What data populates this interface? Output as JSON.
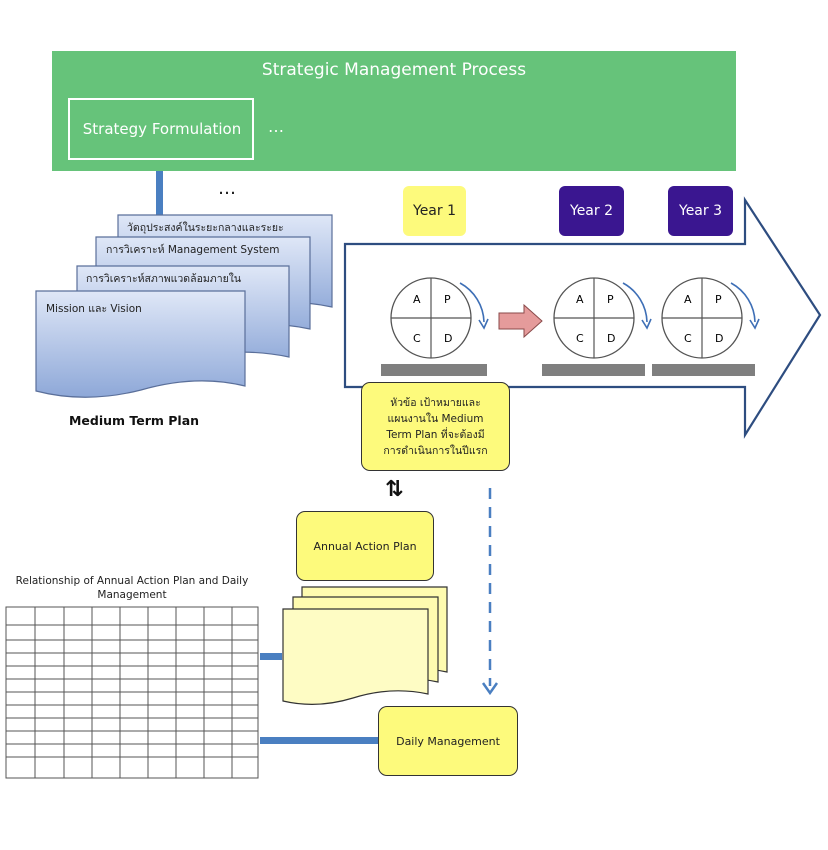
{
  "header": {
    "title": "Strategic Management  Process",
    "formulation_label": "Strategy Formulation",
    "formulation_more": "…"
  },
  "medium_plan": {
    "continuation": "…",
    "pages": [
      "วัตถุประสงค์ในระยะกลางและระยะ",
      "การวิเคราะห์ Management System",
      "การวิเคราะห์สภาพแวดล้อมภายใน",
      "Mission และ Vision"
    ],
    "caption": "Medium Term Plan"
  },
  "years": [
    {
      "label": "Year 1",
      "color": "#fdfa7c",
      "text_color": "#222222"
    },
    {
      "label": "Year 2",
      "color": "#3a1690",
      "text_color": "#ffffff"
    },
    {
      "label": "Year 3",
      "color": "#3a1690",
      "text_color": "#ffffff"
    }
  ],
  "pdca": [
    "A",
    "P",
    "C",
    "D"
  ],
  "first_year_box": [
    "หัวข้อ เป้าหมายและ",
    "แผนงานใน Medium",
    "Term Plan ที่จะต้องมี",
    "การดำเนินการในปีแรก"
  ],
  "exchange_arrows": "⇅",
  "annual_action_plan": "Annual Action Plan",
  "relationship_title": [
    "Relationship of Annual Action Plan and Daily",
    "Management"
  ],
  "daily_management": "Daily Management",
  "colors": {
    "banner": "#66c37a",
    "doc_fill": "#c6d4ef",
    "connector": "#4a7fc1",
    "yellow": "#fdfa7c",
    "year_purple": "#3a1690",
    "pdca_arrow": "#e59b9b",
    "base_bar": "#7f7f7f"
  }
}
